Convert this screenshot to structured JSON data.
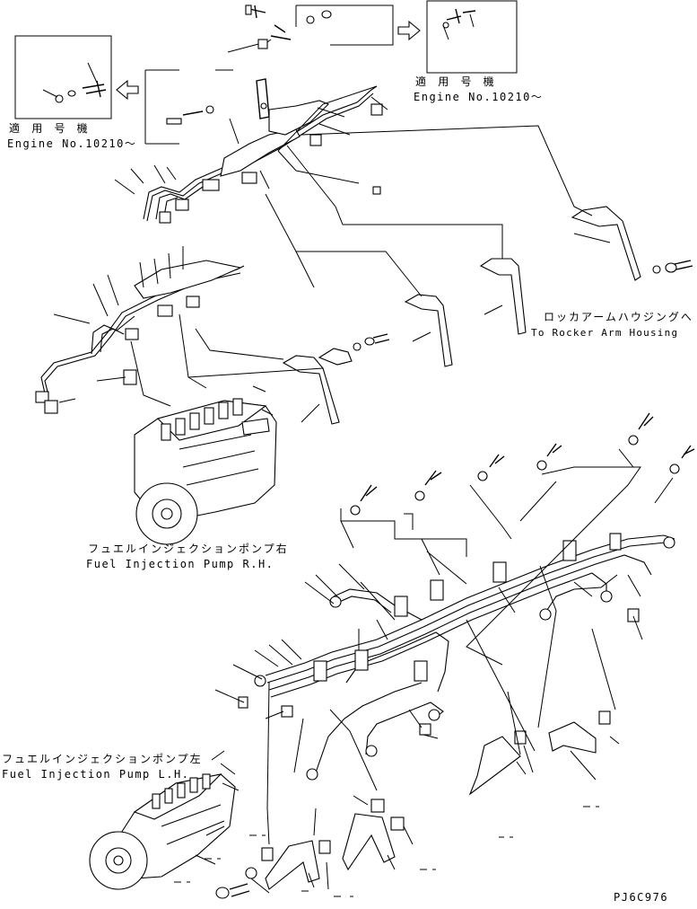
{
  "labels": {
    "applicable_engine_jp_right": "適 用 号 機",
    "engine_no_right": "Engine No.10210〜",
    "applicable_engine_jp_left": "適 用 号 機",
    "engine_no_left": "Engine No.10210〜",
    "rocker_arm_jp": "ロッカアームハウジングへ",
    "rocker_arm_en": "To Rocker Arm Housing",
    "pump_rh_jp": "フュエルインジェクションポンプ右",
    "pump_rh_en": "Fuel Injection Pump R.H.",
    "pump_lh_jp": "フュエルインジェクションポンプ左",
    "pump_lh_en": "Fuel Injection Pump L.H.",
    "drawing_code": "PJ6C976"
  }
}
